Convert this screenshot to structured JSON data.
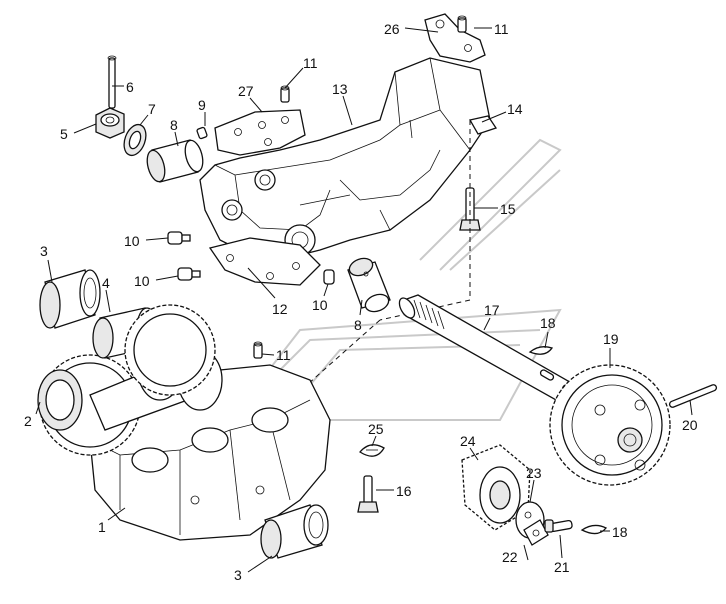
{
  "callouts": [
    {
      "id": "c26",
      "label": "26"
    },
    {
      "id": "c11a",
      "label": "11"
    },
    {
      "id": "c11b",
      "label": "11"
    },
    {
      "id": "c6",
      "label": "6"
    },
    {
      "id": "c27",
      "label": "27"
    },
    {
      "id": "c13",
      "label": "13"
    },
    {
      "id": "c7",
      "label": "7"
    },
    {
      "id": "c9",
      "label": "9"
    },
    {
      "id": "c5",
      "label": "5"
    },
    {
      "id": "c8a",
      "label": "8"
    },
    {
      "id": "c14",
      "label": "14"
    },
    {
      "id": "c15",
      "label": "15"
    },
    {
      "id": "c10a",
      "label": "10"
    },
    {
      "id": "c3a",
      "label": "3"
    },
    {
      "id": "c10b",
      "label": "10"
    },
    {
      "id": "c4",
      "label": "4"
    },
    {
      "id": "c12",
      "label": "12"
    },
    {
      "id": "c10c",
      "label": "10"
    },
    {
      "id": "c8b",
      "label": "8"
    },
    {
      "id": "c17",
      "label": "17"
    },
    {
      "id": "c18a",
      "label": "18"
    },
    {
      "id": "c19",
      "label": "19"
    },
    {
      "id": "c11c",
      "label": "11"
    },
    {
      "id": "c20",
      "label": "20"
    },
    {
      "id": "c2",
      "label": "2"
    },
    {
      "id": "c25",
      "label": "25"
    },
    {
      "id": "c24",
      "label": "24"
    },
    {
      "id": "c16",
      "label": "16"
    },
    {
      "id": "c23",
      "label": "23"
    },
    {
      "id": "c1",
      "label": "1"
    },
    {
      "id": "c18b",
      "label": "18"
    },
    {
      "id": "c22",
      "label": "22"
    },
    {
      "id": "c21",
      "label": "21"
    },
    {
      "id": "c3b",
      "label": "3"
    }
  ]
}
